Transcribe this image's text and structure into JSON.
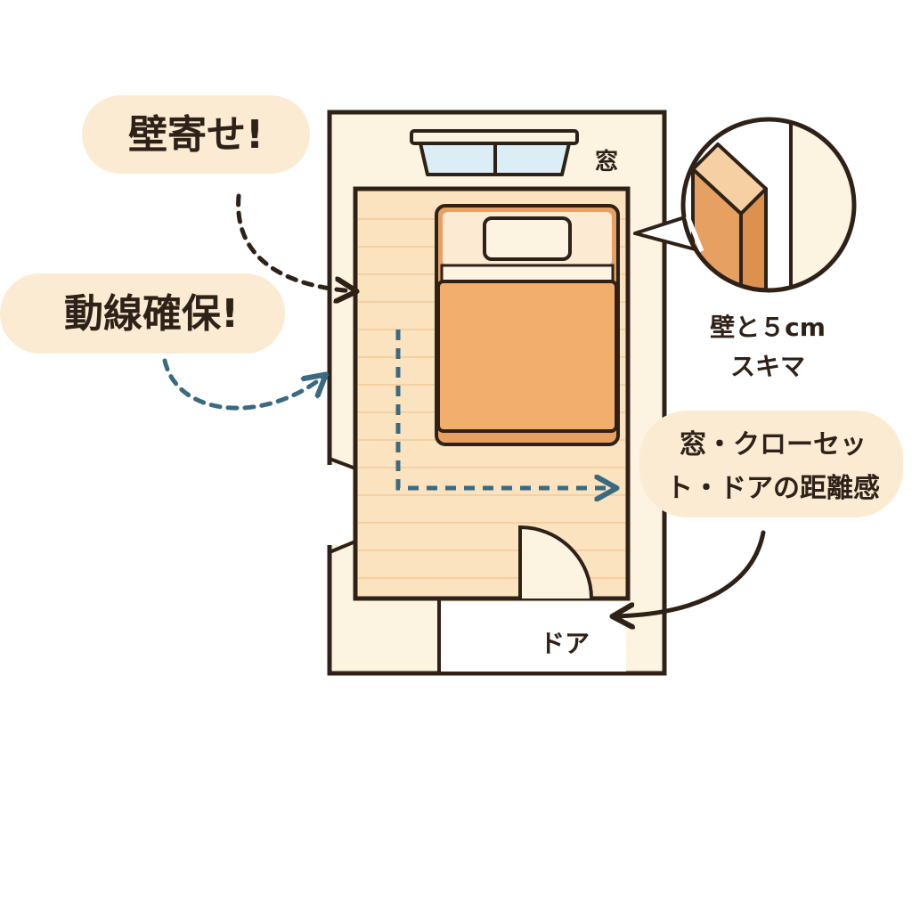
{
  "labels": {
    "wall_hug": "壁寄せ!",
    "flow": "動線確保!",
    "window": "窓",
    "door": "ドア",
    "gap_line1": "壁と５cm",
    "gap_line2": "スキマ",
    "distance_line1": "窓・クローセッ",
    "distance_line2": "ト・ドアの距離感"
  },
  "colors": {
    "outline": "#2e2218",
    "wall_fill": "#fdf3e1",
    "floor_fill": "#fbe3c0",
    "floor_stripe": "#f6cfa3",
    "bed_frame": "#e6a062",
    "bed_cover": "#f2ae6c",
    "pillow_area": "#fcebd2",
    "bubble": "#fcebd3",
    "window_glass": "#dbeef6",
    "arrow_dark": "#2e2218",
    "arrow_blue": "#3b6a80"
  }
}
